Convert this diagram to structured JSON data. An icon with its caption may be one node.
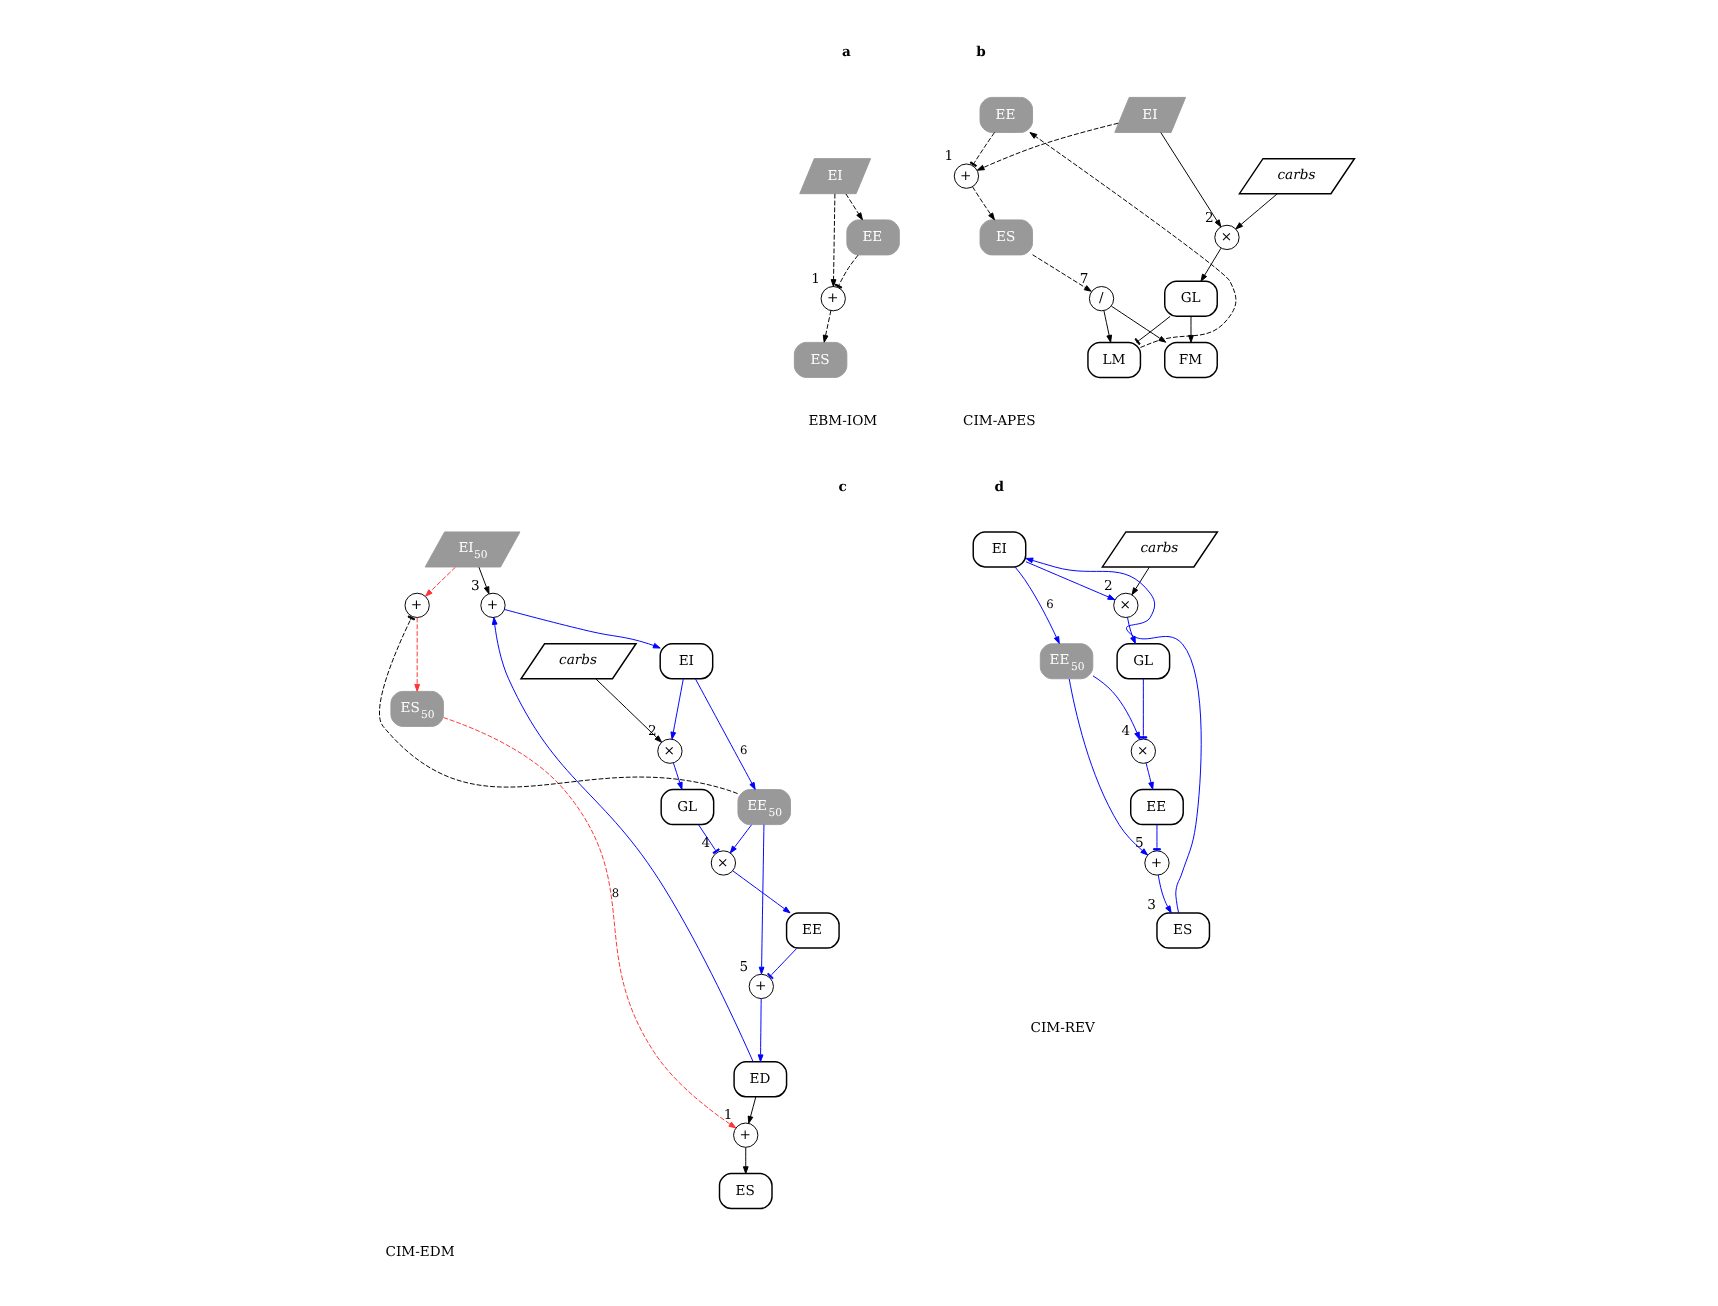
{
  "diagram": {
    "nodes": [
      {
        "text": [
          "EI"
        ]
      },
      {
        "text": [
          "+"
        ],
        "beside": [
          "1"
        ]
      },
      {
        "text": [
          "ES"
        ]
      },
      {
        "text": [
          "EE"
        ]
      },
      {
        "text": [
          "EI"
        ]
      },
      {
        "text": [
          "+"
        ],
        "beside": [
          "1"
        ]
      },
      {
        "text": [
          "ES"
        ]
      },
      {
        "text": [
          "EE"
        ]
      },
      {
        "text": [
          "/"
        ],
        "beside": [
          "7"
        ]
      },
      {
        "text": [
          "LM"
        ]
      },
      {
        "text": [
          "GL"
        ]
      },
      {
        "text": [
          "FM"
        ]
      },
      {
        "text": [
          "×"
        ],
        "beside": [
          "2"
        ]
      },
      {
        "text": [
          "carbs"
        ]
      },
      {
        "text": [
          "+"
        ]
      },
      {
        "text": [
          "ES$_{50}$"
        ]
      },
      {
        "text": [
          "EI$_{50}$"
        ]
      },
      {
        "text": [
          "+"
        ],
        "beside": [
          "3"
        ]
      },
      {
        "text": [
          "EI"
        ]
      },
      {
        "text": [
          "×"
        ],
        "beside": [
          "2"
        ]
      },
      {
        "text": [
          "carbs"
        ]
      },
      {
        "text": [
          "GL"
        ]
      },
      {
        "text": [
          "×"
        ],
        "beside": [
          "4"
        ]
      },
      {
        "text": [
          "EE"
        ]
      },
      {
        "text": [
          "EE$_{50}$"
        ]
      },
      {
        "text": [
          "+"
        ],
        "beside": [
          "5"
        ]
      },
      {
        "text": [
          "ED"
        ]
      },
      {
        "text": [
          "+"
        ],
        "beside": [
          "1"
        ]
      },
      {
        "text": [
          "ES"
        ]
      },
      {
        "text": [
          "EI"
        ]
      },
      {
        "text": [
          "×"
        ],
        "beside": [
          "2"
        ]
      },
      {
        "text": [
          "carbs"
        ]
      },
      {
        "text": [
          "GL"
        ]
      },
      {
        "text": [
          "×"
        ],
        "beside": [
          "4"
        ]
      },
      {
        "text": [
          "EE"
        ]
      },
      {
        "text": [
          "EE$_{50}$"
        ]
      },
      {
        "text": [
          "+"
        ],
        "beside": [
          "5"
        ]
      },
      {
        "text": [
          "ES"
        ],
        "beside": [
          "3"
        ]
      }
    ],
    "edges": [
      {
        "from": 0,
        "to": 1,
        "arrow": "to",
        "style": "dashed"
      },
      {
        "from": 1,
        "to": 2,
        "arrow": "to",
        "style": "dashed"
      },
      {
        "from": 3,
        "to": 1,
        "arrow": "other",
        "style": "dashed"
      },
      {
        "from": 0,
        "to": 3,
        "arrow": "to",
        "style": "dashed"
      },
      {
        "from": 4,
        "to": 5,
        "arrow": "to",
        "style": "dashed"
      },
      {
        "from": 5,
        "to": 6,
        "arrow": "to",
        "style": "dashed"
      },
      {
        "from": 7,
        "to": 5,
        "arrow": "other",
        "style": "dashed"
      },
      {
        "from": 6,
        "to": 8,
        "arrow": "to",
        "style": "dashed"
      },
      {
        "from": 8,
        "to": 9,
        "arrow": "to"
      },
      {
        "from": 8,
        "to": 11,
        "arrow": "to"
      },
      {
        "from": 10,
        "to": 9,
        "arrow": "other"
      },
      {
        "from": 10,
        "to": 11,
        "arrow": "to"
      },
      {
        "from": 9,
        "to": 7,
        "arrow": "to",
        "style": "dashed"
      },
      {
        "from": 4,
        "to": 12,
        "arrow": "to"
      },
      {
        "from": 13,
        "to": 12,
        "arrow": "to"
      },
      {
        "from": 12,
        "to": 10,
        "arrow": "to"
      },
      {
        "from": 16,
        "to": 14,
        "arrow": "to",
        "style": "dashed",
        "color": "#ff3333"
      },
      {
        "from": 14,
        "to": 15,
        "arrow": "to",
        "style": "dashed",
        "color": "#ff3333"
      },
      {
        "from": 15,
        "to": 27,
        "arrow": "to",
        "style": "dashed",
        "color": "#ff3333",
        "label": "8"
      },
      {
        "from": 24,
        "to": 14,
        "arrow": "other",
        "style": "dashed"
      },
      {
        "from": 16,
        "to": 17,
        "arrow": "to"
      },
      {
        "from": 17,
        "to": 18,
        "arrow": "to",
        "color": "#0000ff"
      },
      {
        "from": 26,
        "to": 17,
        "arrow": "to",
        "color": "#0000ff"
      },
      {
        "from": 18,
        "to": 19,
        "arrow": "to",
        "color": "#0000ff"
      },
      {
        "from": 18,
        "to": 24,
        "arrow": "to",
        "color": "#0000ff",
        "label": "6"
      },
      {
        "from": 20,
        "to": 19,
        "arrow": "to"
      },
      {
        "from": 19,
        "to": 21,
        "arrow": "to",
        "color": "#0000ff"
      },
      {
        "from": 21,
        "to": 22,
        "arrow": "other",
        "color": "#0000ff"
      },
      {
        "from": 22,
        "to": 23,
        "arrow": "to",
        "color": "#0000ff"
      },
      {
        "from": 24,
        "to": 22,
        "arrow": "to",
        "color": "#0000ff"
      },
      {
        "from": 24,
        "to": 25,
        "arrow": "to",
        "color": "#0000ff"
      },
      {
        "from": 23,
        "to": 25,
        "arrow": "other",
        "color": "#0000ff"
      },
      {
        "from": 25,
        "to": 26,
        "arrow": "to",
        "color": "#0000ff"
      },
      {
        "from": 26,
        "to": 27,
        "arrow": "to"
      },
      {
        "from": 27,
        "to": 28,
        "arrow": "to"
      },
      {
        "from": 37,
        "to": 29,
        "arrow": "to",
        "color": "#0000ff"
      },
      {
        "from": 29,
        "to": 30,
        "arrow": "to",
        "color": "#0000ff"
      },
      {
        "from": 29,
        "to": 35,
        "arrow": "to",
        "color": "#0000ff",
        "label": "6"
      },
      {
        "from": 31,
        "to": 30,
        "arrow": "to"
      },
      {
        "from": 30,
        "to": 32,
        "arrow": "to",
        "color": "#0000ff"
      },
      {
        "from": 32,
        "to": 33,
        "arrow": "other",
        "color": "#0000ff"
      },
      {
        "from": 33,
        "to": 34,
        "arrow": "to",
        "color": "#0000ff"
      },
      {
        "from": 35,
        "to": 33,
        "arrow": "to",
        "color": "#0000ff"
      },
      {
        "from": 35,
        "to": 36,
        "arrow": "to",
        "color": "#0000ff"
      },
      {
        "from": 34,
        "to": 36,
        "arrow": "other",
        "color": "#0000ff"
      },
      {
        "from": 36,
        "to": 37,
        "arrow": "to",
        "color": "#0000ff"
      }
    ],
    "labels": [
      "a",
      "b",
      "EBM-IOM",
      "CIM-APES",
      "c",
      "d",
      "CIM-EDM",
      "CIM-REV"
    ]
  }
}
